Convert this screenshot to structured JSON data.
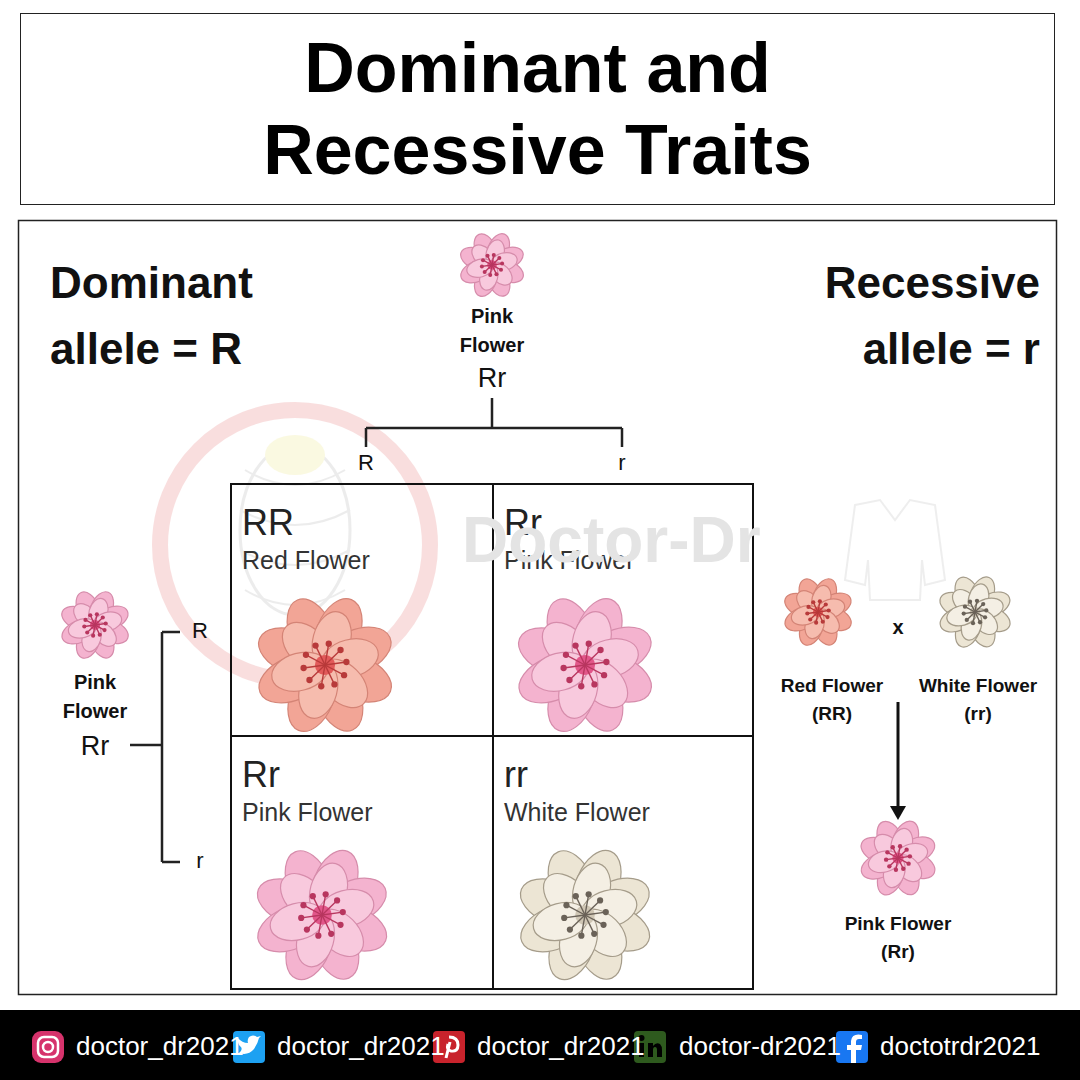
{
  "diagram": {
    "title": "Dominant and Recessive Traits",
    "nodes": [
      {
        "text": [
          "RR",
          "Red Flower"
        ]
      },
      {
        "text": [
          "Rr",
          "Pink Flower"
        ]
      },
      {
        "text": [
          "Rr",
          "Pink Flower"
        ]
      },
      {
        "text": [
          "rr",
          "White Flower"
        ]
      }
    ],
    "labels": [
      "Dominant allele = R",
      "Recessive allele = r",
      "Pink Flower",
      "Rr",
      "R",
      "r",
      "Pink Flower",
      "Rr",
      "R",
      "r",
      "x",
      "Red Flower (RR)",
      "White Flower (rr)",
      "Pink Flower (Rr)",
      "Doctor-Dr",
      "doctor_dr2021",
      "doctor_dr2021",
      "doctor_dr2021",
      "doctor-dr2021",
      "doctotrdr2021"
    ]
  }
}
